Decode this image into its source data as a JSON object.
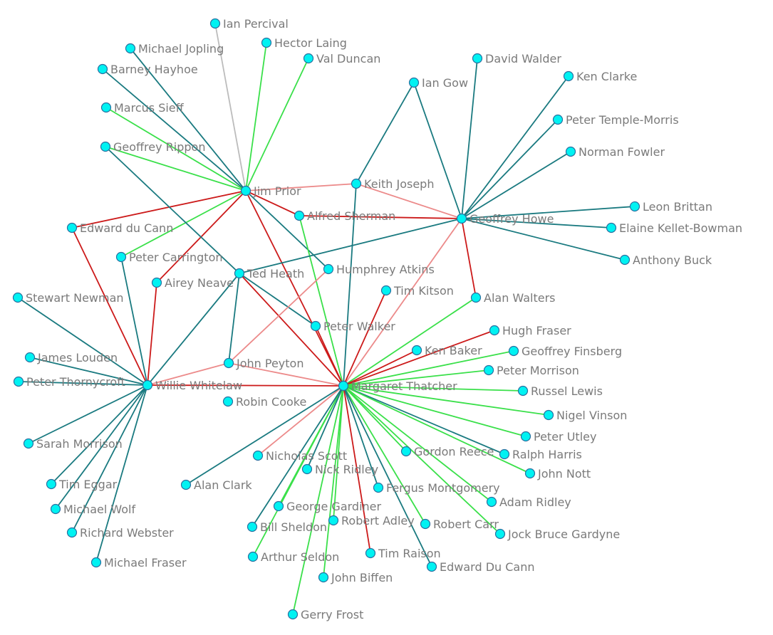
{
  "colors": {
    "background": "#ffffff",
    "node_fill": "#00f2f2",
    "node_stroke": "#2a6fa0",
    "label": "#7a7a7a",
    "edge_teal": "#1a7a80",
    "edge_green": "#3ae04a",
    "edge_red": "#cc1a1a",
    "edge_pink": "#ec8a8a",
    "edge_gray": "#bcbcbc"
  },
  "nodes": [
    {
      "id": "thatcher",
      "label": "Margaret Thatcher"
    },
    {
      "id": "prior",
      "label": "Jim Prior"
    },
    {
      "id": "howe",
      "label": "Geoffrey Howe"
    },
    {
      "id": "whitelaw",
      "label": "Willie Whitelaw"
    },
    {
      "id": "heath",
      "label": "Ted Heath"
    },
    {
      "id": "joseph",
      "label": "Keith Joseph"
    },
    {
      "id": "gow",
      "label": "Ian Gow"
    },
    {
      "id": "percival",
      "label": "Ian Percival"
    },
    {
      "id": "laing",
      "label": "Hector Laing"
    },
    {
      "id": "jopling",
      "label": "Michael Jopling"
    },
    {
      "id": "duncan",
      "label": "Val Duncan"
    },
    {
      "id": "hayhoe",
      "label": "Barney Hayhoe"
    },
    {
      "id": "sieff",
      "label": "Marcus Sieff"
    },
    {
      "id": "rippon",
      "label": "Geoffrey Rippon"
    },
    {
      "id": "walder",
      "label": "David Walder"
    },
    {
      "id": "clarke",
      "label": "Ken Clarke"
    },
    {
      "id": "templemorris",
      "label": "Peter Temple-Morris"
    },
    {
      "id": "fowler",
      "label": "Norman Fowler"
    },
    {
      "id": "brittan",
      "label": "Leon Brittan"
    },
    {
      "id": "kellet",
      "label": "Elaine Kellet-Bowman"
    },
    {
      "id": "buck",
      "label": "Anthony Buck"
    },
    {
      "id": "sherman",
      "label": "Alfred Sherman"
    },
    {
      "id": "ducann1",
      "label": "Edward du Cann"
    },
    {
      "id": "carrington",
      "label": "Peter Carrington"
    },
    {
      "id": "neave",
      "label": "Airey Neave"
    },
    {
      "id": "atkins",
      "label": "Humphrey Atkins"
    },
    {
      "id": "kitson",
      "label": "Tim Kitson"
    },
    {
      "id": "awalters",
      "label": "Alan Walters"
    },
    {
      "id": "newman",
      "label": "Stewart Newman"
    },
    {
      "id": "pwalker",
      "label": "Peter Walker"
    },
    {
      "id": "hfraser",
      "label": "Hugh Fraser"
    },
    {
      "id": "baker",
      "label": "Ken Baker"
    },
    {
      "id": "finsberg",
      "label": "Geoffrey Finsberg"
    },
    {
      "id": "louden",
      "label": "James Louden"
    },
    {
      "id": "peyton",
      "label": "John Peyton"
    },
    {
      "id": "pmorrison",
      "label": "Peter Morrison"
    },
    {
      "id": "thornycroft",
      "label": "Peter Thornycroft"
    },
    {
      "id": "rlewis",
      "label": "Russel Lewis"
    },
    {
      "id": "cooke",
      "label": "Robin Cooke"
    },
    {
      "id": "vinson",
      "label": "Nigel Vinson"
    },
    {
      "id": "utley",
      "label": "Peter Utley"
    },
    {
      "id": "smorrison",
      "label": "Sarah Morrison"
    },
    {
      "id": "scott",
      "label": "Nicholas Scott"
    },
    {
      "id": "reece",
      "label": "Gordon Reece"
    },
    {
      "id": "rharris",
      "label": "Ralph Harris"
    },
    {
      "id": "ridley",
      "label": "Nick Ridley"
    },
    {
      "id": "nott",
      "label": "John Nott"
    },
    {
      "id": "eggar",
      "label": "Tim Eggar"
    },
    {
      "id": "aclark",
      "label": "Alan Clark"
    },
    {
      "id": "montgomery",
      "label": "Fergus Montgomery"
    },
    {
      "id": "wolf",
      "label": "Michael Wolf"
    },
    {
      "id": "aridley",
      "label": "Adam Ridley"
    },
    {
      "id": "gardiner",
      "label": "George Gardiner"
    },
    {
      "id": "webster",
      "label": "Richard Webster"
    },
    {
      "id": "sheldon",
      "label": "Bill Sheldon"
    },
    {
      "id": "adley",
      "label": "Robert Adley"
    },
    {
      "id": "carr",
      "label": "Robert Carr"
    },
    {
      "id": "gardyne",
      "label": "Jock Bruce Gardyne"
    },
    {
      "id": "seldon",
      "label": "Arthur Seldon"
    },
    {
      "id": "raison",
      "label": "Tim Raison"
    },
    {
      "id": "mfraser",
      "label": "Michael Fraser"
    },
    {
      "id": "ducann2",
      "label": "Edward Du Cann"
    },
    {
      "id": "biffen",
      "label": "John Biffen"
    },
    {
      "id": "frost",
      "label": "Gerry Frost"
    }
  ],
  "edges": [
    {
      "source": "prior",
      "target": "percival",
      "color": "gray"
    },
    {
      "source": "prior",
      "target": "laing",
      "color": "green"
    },
    {
      "source": "prior",
      "target": "duncan",
      "color": "green"
    },
    {
      "source": "prior",
      "target": "jopling",
      "color": "teal"
    },
    {
      "source": "prior",
      "target": "hayhoe",
      "color": "teal"
    },
    {
      "source": "prior",
      "target": "sieff",
      "color": "green"
    },
    {
      "source": "prior",
      "target": "rippon",
      "color": "green"
    },
    {
      "source": "prior",
      "target": "ducann1",
      "color": "red"
    },
    {
      "source": "prior",
      "target": "carrington",
      "color": "green"
    },
    {
      "source": "prior",
      "target": "neave",
      "color": "red"
    },
    {
      "source": "prior",
      "target": "joseph",
      "color": "pink"
    },
    {
      "source": "prior",
      "target": "sherman",
      "color": "red"
    },
    {
      "source": "prior",
      "target": "atkins",
      "color": "teal"
    },
    {
      "source": "prior",
      "target": "thatcher",
      "color": "red"
    },
    {
      "source": "rippon",
      "target": "heath",
      "color": "teal"
    },
    {
      "source": "gow",
      "target": "joseph",
      "color": "teal"
    },
    {
      "source": "gow",
      "target": "howe",
      "color": "teal"
    },
    {
      "source": "joseph",
      "target": "howe",
      "color": "pink"
    },
    {
      "source": "joseph",
      "target": "thatcher",
      "color": "teal"
    },
    {
      "source": "sherman",
      "target": "howe",
      "color": "red"
    },
    {
      "source": "sherman",
      "target": "thatcher",
      "color": "green"
    },
    {
      "source": "howe",
      "target": "walder",
      "color": "teal"
    },
    {
      "source": "howe",
      "target": "clarke",
      "color": "teal"
    },
    {
      "source": "howe",
      "target": "templemorris",
      "color": "teal"
    },
    {
      "source": "howe",
      "target": "fowler",
      "color": "teal"
    },
    {
      "source": "howe",
      "target": "brittan",
      "color": "teal"
    },
    {
      "source": "howe",
      "target": "kellet",
      "color": "teal"
    },
    {
      "source": "howe",
      "target": "buck",
      "color": "teal"
    },
    {
      "source": "howe",
      "target": "awalters",
      "color": "red"
    },
    {
      "source": "howe",
      "target": "thatcher",
      "color": "pink"
    },
    {
      "source": "howe",
      "target": "heath",
      "color": "teal"
    },
    {
      "source": "heath",
      "target": "peyton",
      "color": "teal"
    },
    {
      "source": "heath",
      "target": "pwalker",
      "color": "teal"
    },
    {
      "source": "heath",
      "target": "thatcher",
      "color": "red"
    },
    {
      "source": "heath",
      "target": "whitelaw",
      "color": "teal"
    },
    {
      "source": "atkins",
      "target": "peyton",
      "color": "pink"
    },
    {
      "source": "ducann1",
      "target": "whitelaw",
      "color": "red"
    },
    {
      "source": "carrington",
      "target": "whitelaw",
      "color": "teal"
    },
    {
      "source": "neave",
      "target": "whitelaw",
      "color": "red"
    },
    {
      "source": "newman",
      "target": "whitelaw",
      "color": "teal"
    },
    {
      "source": "louden",
      "target": "whitelaw",
      "color": "teal"
    },
    {
      "source": "thornycroft",
      "target": "whitelaw",
      "color": "teal"
    },
    {
      "source": "smorrison",
      "target": "whitelaw",
      "color": "teal"
    },
    {
      "source": "eggar",
      "target": "whitelaw",
      "color": "teal"
    },
    {
      "source": "wolf",
      "target": "whitelaw",
      "color": "teal"
    },
    {
      "source": "webster",
      "target": "whitelaw",
      "color": "teal"
    },
    {
      "source": "mfraser",
      "target": "whitelaw",
      "color": "teal"
    },
    {
      "source": "peyton",
      "target": "whitelaw",
      "color": "pink"
    },
    {
      "source": "whitelaw",
      "target": "thatcher",
      "color": "red"
    },
    {
      "source": "peyton",
      "target": "thatcher",
      "color": "pink"
    },
    {
      "source": "kitson",
      "target": "thatcher",
      "color": "red"
    },
    {
      "source": "awalters",
      "target": "thatcher",
      "color": "green"
    },
    {
      "source": "hfraser",
      "target": "thatcher",
      "color": "red"
    },
    {
      "source": "baker",
      "target": "thatcher",
      "color": "red"
    },
    {
      "source": "finsberg",
      "target": "thatcher",
      "color": "green"
    },
    {
      "source": "pmorrison",
      "target": "thatcher",
      "color": "green"
    },
    {
      "source": "rlewis",
      "target": "thatcher",
      "color": "green"
    },
    {
      "source": "vinson",
      "target": "thatcher",
      "color": "green"
    },
    {
      "source": "utley",
      "target": "thatcher",
      "color": "green"
    },
    {
      "source": "reece",
      "target": "thatcher",
      "color": "green"
    },
    {
      "source": "rharris",
      "target": "thatcher",
      "color": "teal"
    },
    {
      "source": "nott",
      "target": "thatcher",
      "color": "green"
    },
    {
      "source": "aridley",
      "target": "thatcher",
      "color": "green"
    },
    {
      "source": "gardyne",
      "target": "thatcher",
      "color": "green"
    },
    {
      "source": "carr",
      "target": "thatcher",
      "color": "green"
    },
    {
      "source": "ducann2",
      "target": "thatcher",
      "color": "teal"
    },
    {
      "source": "montgomery",
      "target": "thatcher",
      "color": "teal"
    },
    {
      "source": "raison",
      "target": "thatcher",
      "color": "red"
    },
    {
      "source": "biffen",
      "target": "thatcher",
      "color": "green"
    },
    {
      "source": "adley",
      "target": "thatcher",
      "color": "green"
    },
    {
      "source": "frost",
      "target": "thatcher",
      "color": "green"
    },
    {
      "source": "seldon",
      "target": "thatcher",
      "color": "green"
    },
    {
      "source": "gardiner",
      "target": "thatcher",
      "color": "green"
    },
    {
      "source": "sheldon",
      "target": "thatcher",
      "color": "teal"
    },
    {
      "source": "ridley",
      "target": "thatcher",
      "color": "teal"
    },
    {
      "source": "scott",
      "target": "thatcher",
      "color": "pink"
    },
    {
      "source": "aclark",
      "target": "thatcher",
      "color": "teal"
    },
    {
      "source": "pwalker",
      "target": "thatcher",
      "color": "red"
    }
  ]
}
